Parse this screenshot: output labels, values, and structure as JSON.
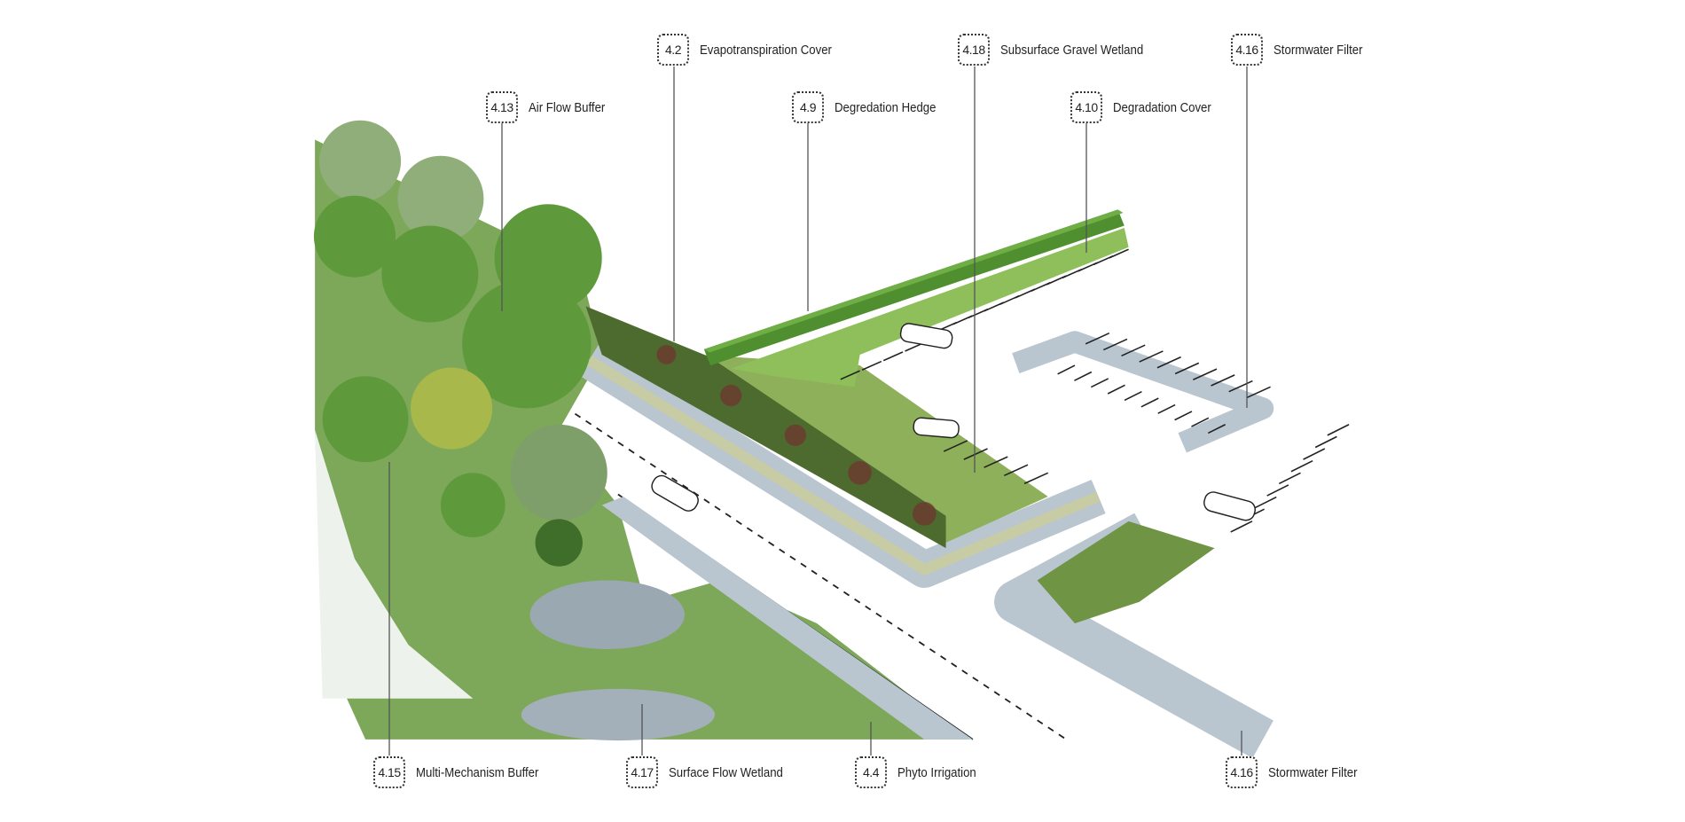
{
  "callouts": [
    {
      "id": "c42",
      "code": "4.2",
      "text": "Evapotranspiration Cover"
    },
    {
      "id": "c418",
      "code": "4.18",
      "text": "Subsurface Gravel Wetland"
    },
    {
      "id": "c416a",
      "code": "4.16",
      "text": "Stormwater Filter"
    },
    {
      "id": "c413",
      "code": "4.13",
      "text": "Air Flow Buffer"
    },
    {
      "id": "c49",
      "code": "4.9",
      "text": "Degredation Hedge"
    },
    {
      "id": "c410",
      "code": "4.10",
      "text": "Degradation Cover"
    },
    {
      "id": "c415",
      "code": "4.15",
      "text": "Multi-Mechanism Buffer"
    },
    {
      "id": "c417",
      "code": "4.17",
      "text": "Surface Flow Wetland"
    },
    {
      "id": "c44",
      "code": "4.4",
      "text": "Phyto Irrigation"
    },
    {
      "id": "c416b",
      "code": "4.16",
      "text": "Stormwater Filter"
    }
  ],
  "colors": {
    "hedge": "#4f8f2f",
    "grass": "#8fbf5a",
    "gravel": "#b9c6cf",
    "tree": "#5e9a3c",
    "water": "#9aa8b2",
    "shrub": "#7a2e2a"
  }
}
